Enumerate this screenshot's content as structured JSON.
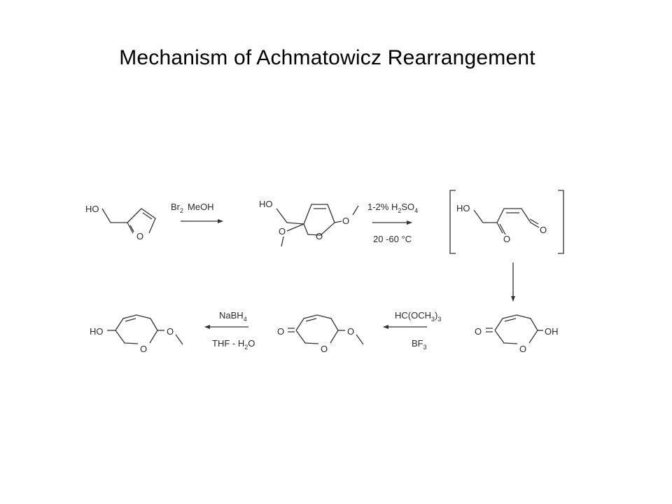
{
  "slide": {
    "title": "Mechanism of Achmatowicz Rearrangement"
  },
  "atoms": {
    "ho": "HO",
    "o": "O",
    "oh": "OH"
  },
  "reagents": {
    "step1": {
      "br": "Br",
      "br_sub": "2",
      "meoh": "MeOH"
    },
    "step2": {
      "acid_a": "1-2% H",
      "h_sub": "2",
      "so": "SO",
      "so_sub": "4",
      "temp": "20 -60 °C"
    },
    "step4": {
      "top": "HC(OCH",
      "top_sub": "3",
      "top_close": ")",
      "top_close_sub": "3",
      "bf": "BF",
      "bf_sub": "3"
    },
    "step5": {
      "na": "NaBH",
      "na_sub": "4",
      "thf": "THF - H",
      "thf_sub": "2",
      "thf_o": "O"
    }
  },
  "colors": {
    "ink": "#2a2a2a",
    "bond": "#333333",
    "background": "#ffffff"
  }
}
